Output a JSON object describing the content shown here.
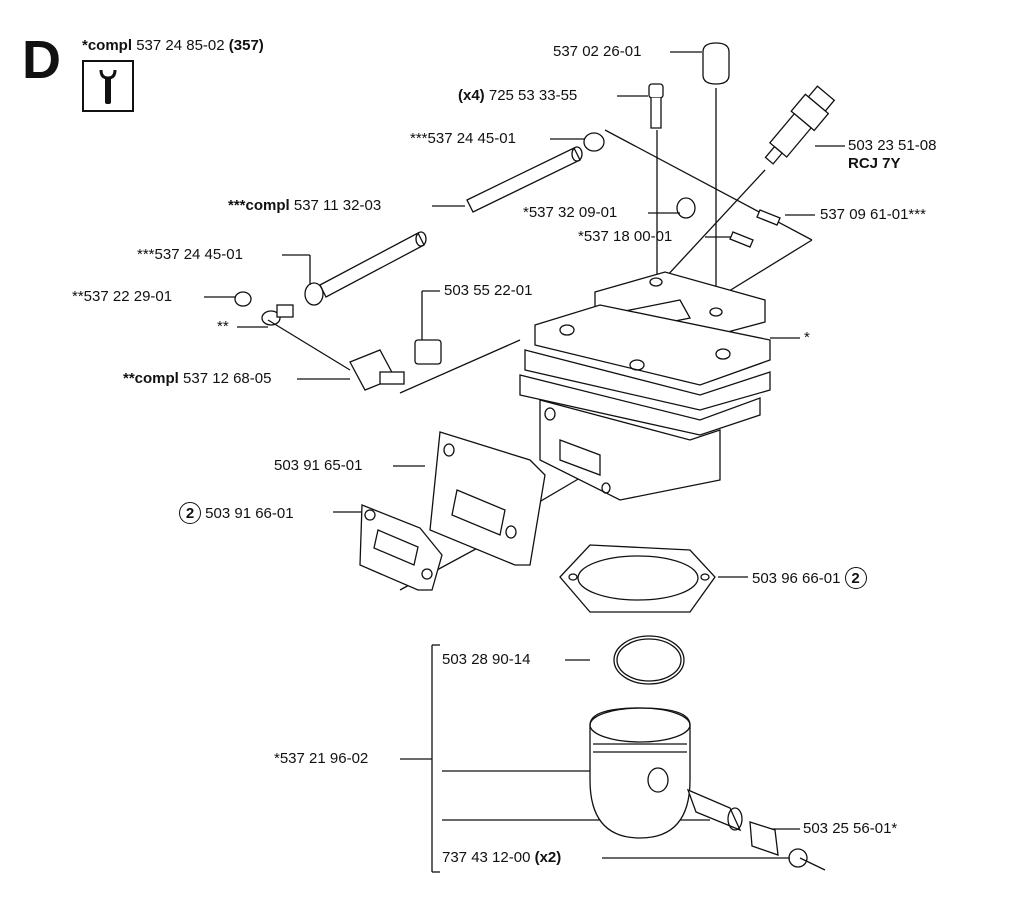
{
  "section": "D",
  "header": {
    "prefix": "*compl",
    "number": "537 24 85-02",
    "count": "(357)"
  },
  "tool_icon": "wrench-icon",
  "labels": {
    "cap": "537 02 26-01",
    "screw_qty": "(x4)",
    "screw": "725 53 33-55",
    "clip_top": "***537 24 45-01",
    "spark_plug": "503 23 51-08",
    "spark_plug_type": "RCJ 7Y",
    "tube_prefix": "***compl",
    "tube": "537 11 32-03",
    "clip2": "*537 32 09-01",
    "nipple_right": "537 09 61-01***",
    "sleeve": "*537 18 00-01",
    "clip_left": "***537 24 45-01",
    "plug_small": "**537 22 29-01",
    "washer": "**",
    "valve": "503 55 22-01",
    "cylinder": "*",
    "fitting_prefix": "**compl",
    "fitting": "537 12 68-05",
    "gasket_plate": "503 91 65-01",
    "gasket_small": "503 91 66-01",
    "gasket_small_qty": "2",
    "base_gasket": "503 96 66-01",
    "base_gasket_qty": "2",
    "ring": "503 28 90-14",
    "piston_kit": "*537 21 96-02",
    "bearing": "503 25 56-01*",
    "circlip": "737 43 12-00",
    "circlip_qty": "(x2)"
  }
}
